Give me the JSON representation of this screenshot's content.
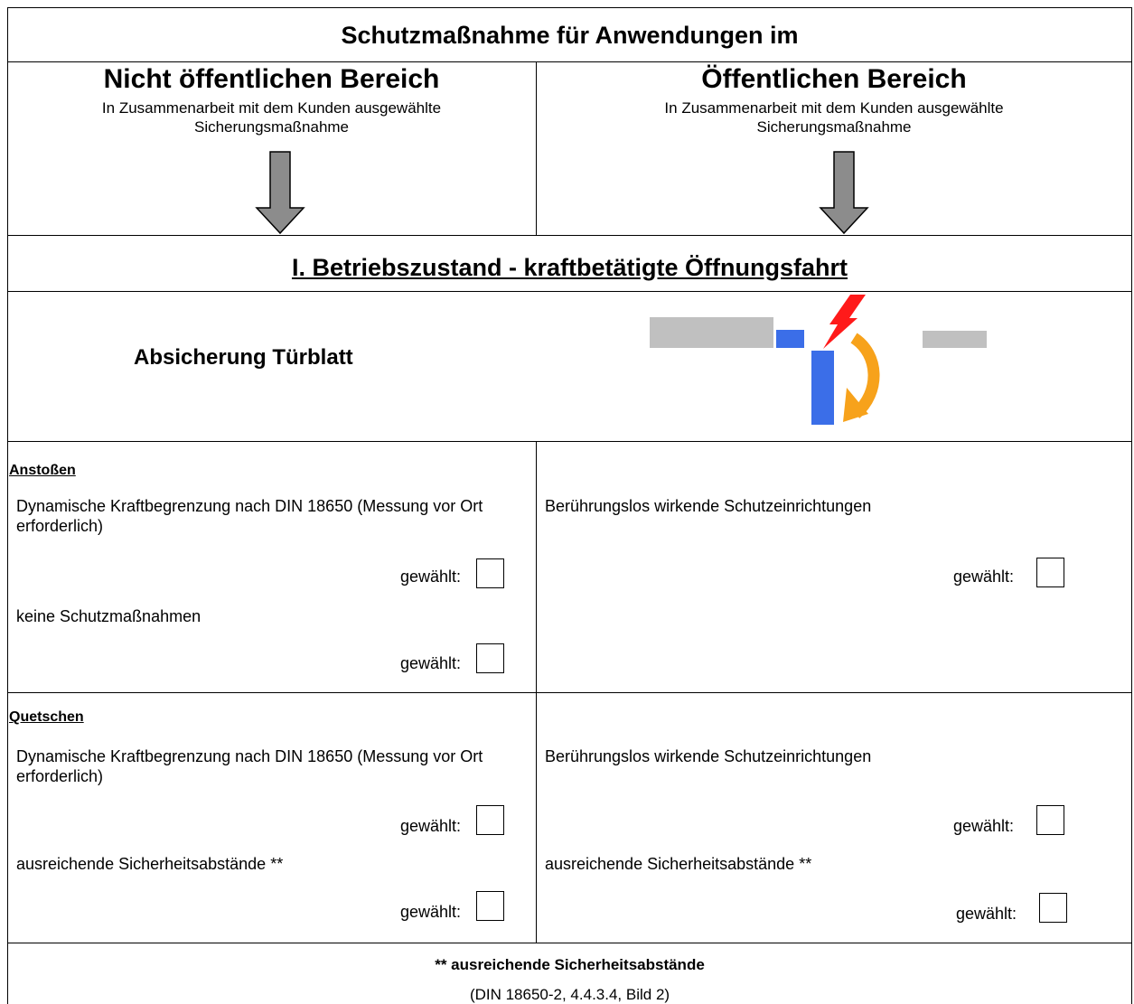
{
  "header": {
    "title": "Schutzmaßnahme für Anwendungen im",
    "left_title": "Nicht öffentlichen Bereich",
    "left_sub_line1": "In Zusammenarbeit mit dem Kunden ausgewählte",
    "left_sub_line2": "Sicherungsmaßnahme",
    "right_title": "Öffentlichen Bereich",
    "right_sub_line1": "In Zusammenarbeit mit dem Kunden ausgewählte",
    "right_sub_line2": "Sicherungsmaßnahme"
  },
  "state_title": "I. Betriebszustand  - kraftbetätigte Öffnungsfahrt",
  "door_section": {
    "label": "Absicherung Türblatt"
  },
  "anstossen": {
    "heading": "Anstoßen",
    "left_option1": "Dynamische Kraftbegrenzung nach DIN 18650 (Messung vor Ort erforderlich)",
    "left_option2": "keine Schutzmaßnahmen",
    "right_option1": "Berührungslos wirkende Schutzeinrichtungen"
  },
  "quetschen": {
    "heading": "Quetschen",
    "left_option1": "Dynamische Kraftbegrenzung nach DIN 18650 (Messung vor Ort erforderlich)",
    "left_option2": "ausreichende Sicherheitsabstände **",
    "right_option1": "Berührungslos wirkende Schutzeinrichtungen",
    "right_option2": "ausreichende Sicherheitsabstände **"
  },
  "chosen_label_left": "gewählt:",
  "chosen_label_right": "gewählt:",
  "footnote": {
    "title": "** ausreichende Sicherheitsabstände",
    "ref": "(DIN 18650-2, 4.4.3.4, Bild 2)"
  },
  "colors": {
    "arrow_gray": "#8c8c8c",
    "panel_gray": "#c0c0c0",
    "door_blue": "#3b6ee8",
    "lightning_red": "#ff1a1a",
    "swing_orange": "#f7a21b"
  }
}
